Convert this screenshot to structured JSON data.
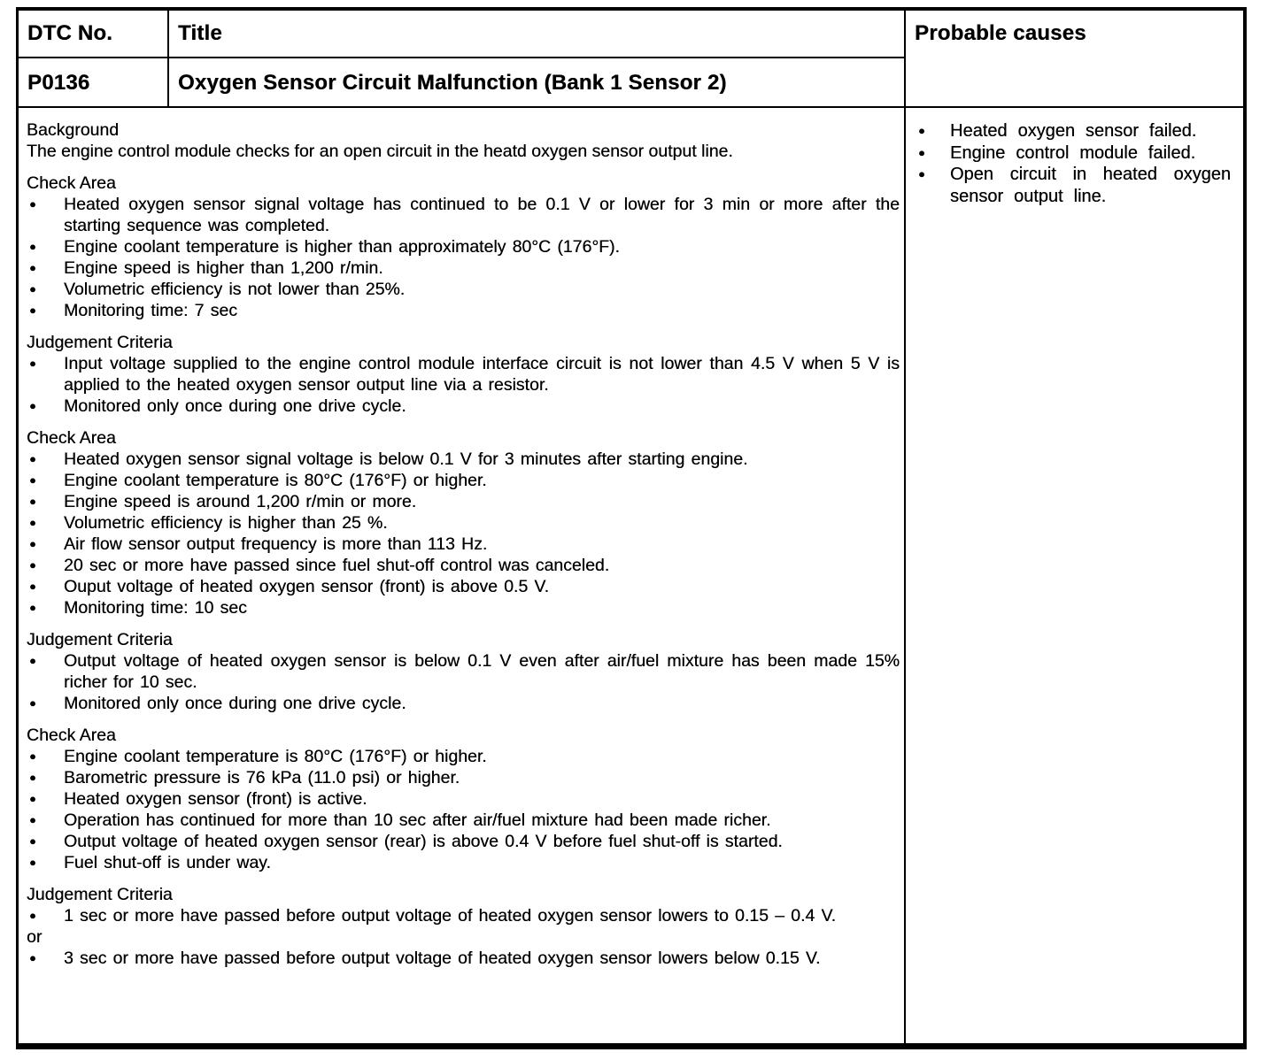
{
  "table": {
    "header": {
      "dtc_no_label": "DTC No.",
      "title_label": "Title",
      "probable_causes_label": "Probable causes"
    },
    "dtc": {
      "code": "P0136",
      "title": "Oxygen Sensor Circuit Malfunction (Bank 1 Sensor 2)"
    },
    "sections": [
      {
        "heading": "Background",
        "items": [
          {
            "bullet": false,
            "text": "The engine control module checks for an open circuit in the heatd oxygen sensor output line."
          }
        ]
      },
      {
        "heading": "Check Area",
        "items": [
          {
            "bullet": true,
            "text": "Heated oxygen sensor signal voltage has continued to be 0.1 V or lower for 3 min or more after the starting sequence was completed."
          },
          {
            "bullet": true,
            "text": "Engine coolant temperature is higher than approximately 80°C (176°F)."
          },
          {
            "bullet": true,
            "text": "Engine speed is higher than 1,200 r/min."
          },
          {
            "bullet": true,
            "text": "Volumetric efficiency is not lower than 25%."
          },
          {
            "bullet": true,
            "text": "Monitoring time: 7 sec"
          }
        ]
      },
      {
        "heading": "Judgement Criteria",
        "items": [
          {
            "bullet": true,
            "text": "Input voltage supplied to the engine control module interface circuit is not lower than 4.5 V when 5 V is applied to the heated oxygen sensor output line via a resistor."
          },
          {
            "bullet": true,
            "text": "Monitored only once during one drive cycle."
          }
        ]
      },
      {
        "heading": "Check Area",
        "items": [
          {
            "bullet": true,
            "text": "Heated oxygen sensor signal voltage is below 0.1 V for 3 minutes after starting engine."
          },
          {
            "bullet": true,
            "text": "Engine coolant temperature is 80°C (176°F) or higher."
          },
          {
            "bullet": true,
            "text": "Engine speed is around 1,200 r/min or more."
          },
          {
            "bullet": true,
            "text": "Volumetric efficiency is higher than 25 %."
          },
          {
            "bullet": true,
            "text": "Air flow sensor output frequency is more than 113 Hz."
          },
          {
            "bullet": true,
            "text": "20 sec or more have passed since fuel shut-off control was canceled."
          },
          {
            "bullet": true,
            "text": "Ouput voltage of heated oxygen sensor (front) is above 0.5 V."
          },
          {
            "bullet": true,
            "text": "Monitoring time: 10 sec"
          }
        ]
      },
      {
        "heading": "Judgement Criteria",
        "items": [
          {
            "bullet": true,
            "text": "Output voltage of heated oxygen sensor is below 0.1 V even after air/fuel mixture has been made 15% richer for 10 sec."
          },
          {
            "bullet": true,
            "text": "Monitored only once during one drive cycle."
          }
        ]
      },
      {
        "heading": "Check Area",
        "items": [
          {
            "bullet": true,
            "text": "Engine coolant temperature is 80°C (176°F) or higher."
          },
          {
            "bullet": true,
            "text": "Barometric pressure is 76 kPa (11.0 psi) or higher."
          },
          {
            "bullet": true,
            "text": "Heated oxygen sensor (front) is active."
          },
          {
            "bullet": true,
            "text": "Operation has continued for more than 10 sec after air/fuel mixture had been made richer."
          },
          {
            "bullet": true,
            "text": "Output voltage of heated oxygen sensor (rear) is above 0.4 V before fuel shut-off is started."
          },
          {
            "bullet": true,
            "text": "Fuel shut-off is under way."
          }
        ]
      },
      {
        "heading": "Judgement Criteria",
        "items": [
          {
            "bullet": true,
            "text": "1 sec or more have passed before output voltage of heated oxygen sensor lowers to 0.15 – 0.4 V."
          },
          {
            "bullet": false,
            "text": "or"
          },
          {
            "bullet": true,
            "text": "3 sec or more have passed before output voltage of heated oxygen sensor lowers below 0.15 V."
          }
        ]
      }
    ],
    "probable_causes": [
      "Heated oxygen sensor failed.",
      "Engine control module failed.",
      "Open circuit in heated oxygen sensor output line."
    ],
    "colors": {
      "ink": "#000000",
      "paper": "#ffffff"
    }
  }
}
